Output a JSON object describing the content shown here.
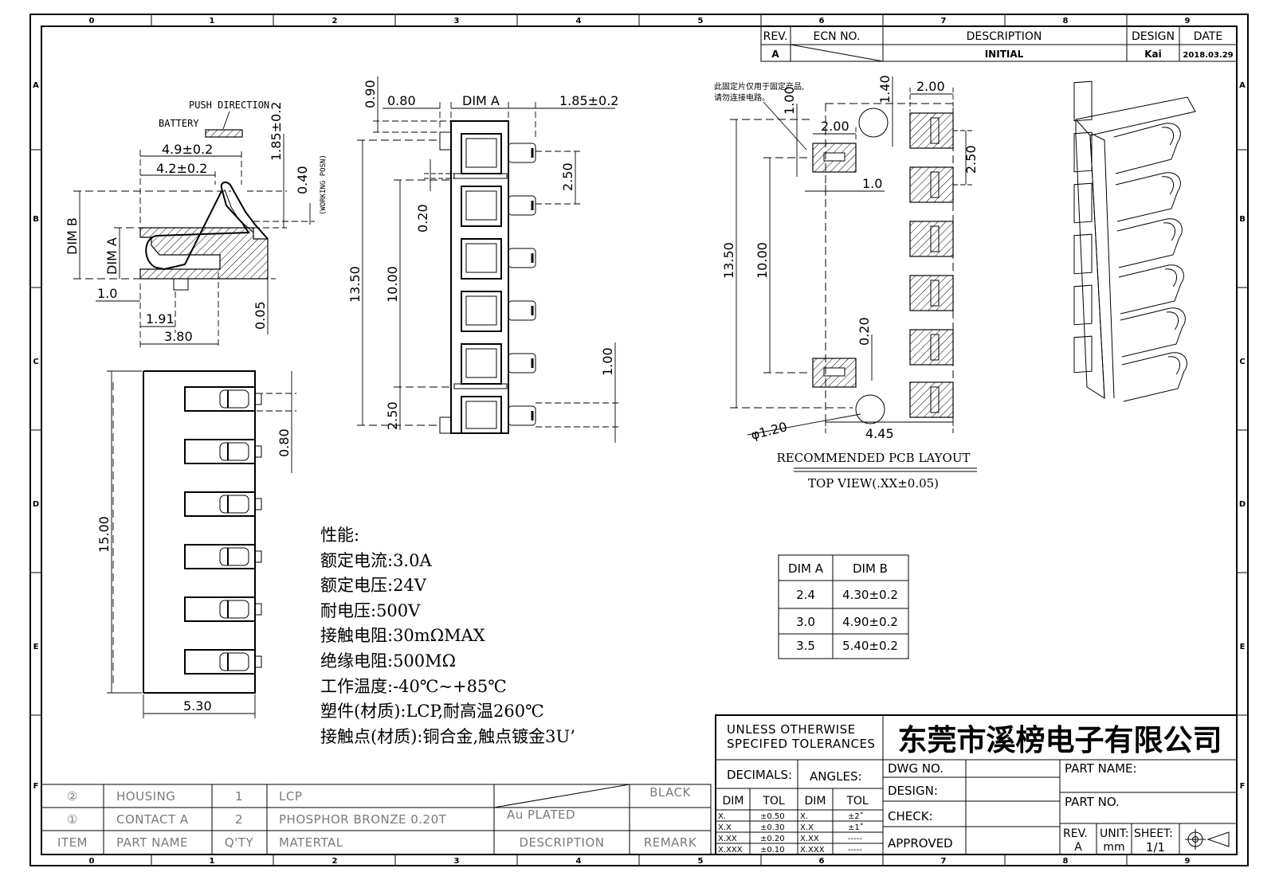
{
  "grid": {
    "columns": [
      "0",
      "1",
      "2",
      "3",
      "4",
      "5",
      "6",
      "7",
      "8",
      "9"
    ],
    "rows": [
      "A",
      "B",
      "C",
      "D",
      "E",
      "F"
    ]
  },
  "revision_block": {
    "headers": {
      "rev": "REV.",
      "ecn": "ECN NO.",
      "description": "DESCRIPTION",
      "design": "DESIGN",
      "date": "DATE"
    },
    "row": {
      "rev": "A",
      "description": "INITIAL",
      "design": "Kai",
      "date": "2018.03.29"
    }
  },
  "side_view": {
    "label_push_direction": "PUSH DIRECTION",
    "label_battery": "BATTERY",
    "label_working_position": "(WORKING POSN)",
    "dim_4_9": "4.9±0.2",
    "dim_4_2": "4.2±0.2",
    "dim_1_85_vert": "1.85±0.2",
    "dim_0_40": "0.40",
    "dim_b": "DIM B",
    "dim_a": "DIM A",
    "dim_1_0": "1.0",
    "dim_1_91": "1.91",
    "dim_3_80": "3.80",
    "dim_0_05": "0.05"
  },
  "front_view": {
    "dim_0_90": "0.90",
    "dim_0_80": "0.80",
    "dim_a": "DIM A",
    "dim_1_85": "1.85±0.2",
    "dim_2_50_top": "2.50",
    "dim_0_20": "0.20",
    "dim_13_50": "13.50",
    "dim_10_00": "10.00",
    "dim_2_50_bottom": "2.50",
    "dim_1_00": "1.00"
  },
  "bottom_view": {
    "dim_15_00": "15.00",
    "dim_0_80": "0.80",
    "dim_5_30": "5.30"
  },
  "pcb_layout": {
    "note_line1": "此固定片仅用于固定产品,",
    "note_line2": "请勿连接电路。",
    "dim_1_40": "1.40",
    "dim_2_00_top": "2.00",
    "dim_1_00_left": "1.00",
    "dim_2_00_mid": "2.00",
    "dim_2_50": "2.50",
    "dim_1_0": "1.0",
    "dim_13_50": "13.50",
    "dim_10_00": "10.00",
    "dim_0_20": "0.20",
    "dim_phi": "φ1.20",
    "dim_4_45": "4.45",
    "title": "RECOMMENDED PCB LAYOUT",
    "subtitle": "TOP VIEW(.XX±0.05)"
  },
  "spec": {
    "lines": [
      "性能:",
      "额定电流:3.0A",
      "额定电压:24V",
      "耐电压:500V",
      "接触电阻:30mΩMAX",
      "绝缘电阻:500MΩ",
      "工作温度:-40℃~+85℃",
      "塑件(材质):LCP,耐高温260℃",
      "接触点(材质):铜合金,触点镀金3U’"
    ]
  },
  "dim_table": {
    "headers": [
      "DIM A",
      "DIM B"
    ],
    "rows": [
      [
        "2.4",
        "4.30±0.2"
      ],
      [
        "3.0",
        "4.90±0.2"
      ],
      [
        "3.5",
        "5.40±0.2"
      ]
    ]
  },
  "bom": {
    "rows": [
      {
        "item": "②",
        "part": "HOUSING",
        "qty": "1",
        "material": "LCP",
        "description": "",
        "remark": "BLACK"
      },
      {
        "item": "①",
        "part": "CONTACT A",
        "qty": "2",
        "material": "PHOSPHOR BRONZE 0.20T",
        "description": "Au PLATED",
        "remark": ""
      }
    ],
    "header": {
      "item": "ITEM",
      "part": "PART NAME",
      "qty": "Q'TY",
      "material": "MATERTAL",
      "description": "DESCRIPTION",
      "remark": "REMARK"
    }
  },
  "title_block": {
    "tolerance_title_1": "UNLESS OTHERWISE",
    "tolerance_title_2": "SPECIFED TOLERANCES",
    "decimals": "DECIMALS:",
    "angles": "ANGLES:",
    "col_dim": "DIM",
    "col_tol": "TOL",
    "decimal_rows": [
      [
        "X.",
        "±0.50"
      ],
      [
        "X.X",
        "±0.30"
      ],
      [
        "X.XX",
        "±0.20"
      ],
      [
        "X.XXX",
        "±0.10"
      ]
    ],
    "angle_rows": [
      [
        "X.",
        "±2˚"
      ],
      [
        "X.X",
        "±1˚"
      ],
      [
        "X.XX",
        "-----"
      ],
      [
        "X.XXX",
        "-----"
      ]
    ],
    "company": "东莞市溪榜电子有限公司",
    "dwg_no": "DWG NO.",
    "design": "DESIGN:",
    "check": "CHECK:",
    "approved": "APPROVED",
    "part_name": "PART NAME:",
    "part_no": "PART NO.",
    "rev_label": "REV.",
    "rev_value": "A",
    "unit_label": "UNIT:",
    "unit_value": "mm",
    "sheet_label": "SHEET:",
    "sheet_value": "1/1"
  }
}
